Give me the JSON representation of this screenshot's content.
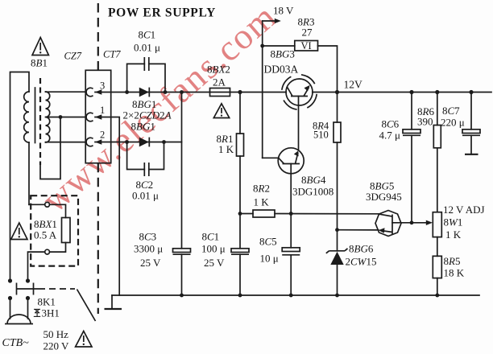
{
  "title": "POW ER  SUPPLY",
  "watermark": "www.elecfans.com",
  "colors": {
    "ink": "#1b1b1b",
    "watermark_red": "#e28282",
    "background": "#fdfdfd"
  },
  "connector": {
    "socket_label": "CZ7",
    "plug_label": "CT7",
    "pins": [
      "3",
      "1",
      "2"
    ]
  },
  "nets": {
    "raw_voltage": "18 V",
    "output_voltage": "12V",
    "adjust": "12 V ADJ"
  },
  "mains": {
    "plug": "CTB~",
    "frequency": "50 Hz",
    "voltage": "220 V",
    "switch": "8K1",
    "switch_link_prefix": "至",
    "switch_link": "3H1"
  },
  "transformer": {
    "ref": "8B1"
  },
  "fuses": {
    "bx1": {
      "ref": "8BX1",
      "value": "0.5 A"
    },
    "bx2": {
      "ref": "8BX2",
      "value": "2A"
    }
  },
  "rectifier": {
    "d1": "8BG1",
    "type": "2×2CZD2A",
    "d2": "8BG1"
  },
  "capacitors": {
    "c1s": {
      "ref": "8C1",
      "value": "0.01 μ"
    },
    "c2": {
      "ref": "8C2",
      "value": "0.01 μ"
    },
    "c3": {
      "ref": "8C3",
      "value": "3300 μ",
      "rating": "25 V"
    },
    "c1b": {
      "ref": "8C1",
      "value": "100 μ",
      "rating": "25 V"
    },
    "c5": {
      "ref": "8C5",
      "value": "10 μ"
    },
    "c6": {
      "ref": "8C6",
      "value": "4.7 μ"
    },
    "c7": {
      "ref": "8C7",
      "value": "220 μ"
    }
  },
  "resistors": {
    "r1": {
      "ref": "8R1",
      "value": "1 K"
    },
    "r2": {
      "ref": "8R2",
      "value": "1 K"
    },
    "r3": {
      "ref": "8R3",
      "value": "27",
      "marking": "VI"
    },
    "r4": {
      "ref": "8R4",
      "value": "510"
    },
    "r5": {
      "ref": "8R5",
      "value": "18 K"
    },
    "r6": {
      "ref": "8R6",
      "value": "390"
    },
    "w1": {
      "ref": "8W1",
      "value": "1 K"
    }
  },
  "transistors": {
    "bg3": {
      "ref": "8BG3",
      "type": "DD03A"
    },
    "bg4": {
      "ref": "8BG4",
      "type": "3DG1008"
    },
    "bg5": {
      "ref": "8BG5",
      "type": "3DG945"
    },
    "bg6": {
      "ref": "8BG6",
      "type": "2CW15"
    }
  }
}
